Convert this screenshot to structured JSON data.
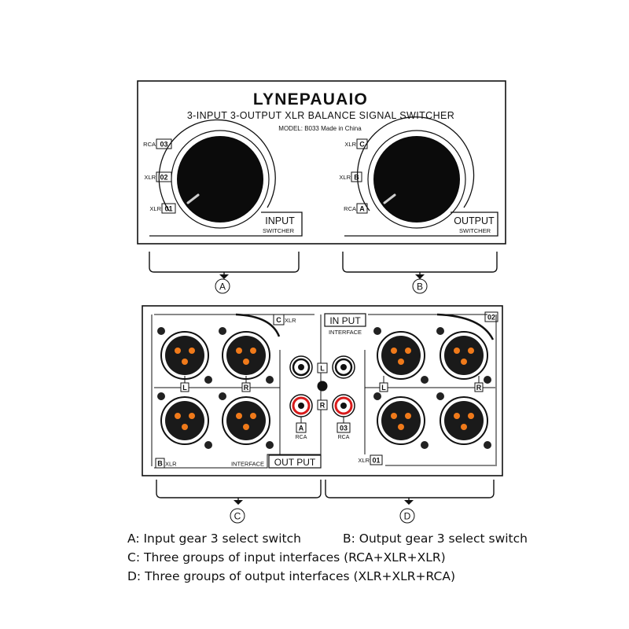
{
  "brand": "LYNEPAUAIO",
  "title": "3-INPUT 3-OUTPUT XLR BALANCE SIGNAL SWITCHER",
  "model": "MODEL: B033 Made in China",
  "front_panel": {
    "input_positions": [
      {
        "type": "RCA",
        "code": "03"
      },
      {
        "type": "XLR",
        "code": "02"
      },
      {
        "type": "XLR",
        "code": "01"
      }
    ],
    "input_label": "INPUT",
    "input_sublabel": "SWITCHER",
    "output_positions": [
      {
        "type": "XLR",
        "code": "C"
      },
      {
        "type": "XLR",
        "code": "B"
      },
      {
        "type": "RCA",
        "code": "A"
      }
    ],
    "output_label": "OUTPUT",
    "output_sublabel": "SWITCHER"
  },
  "rear_panel": {
    "c_tag": {
      "code": "C",
      "type": "XLR"
    },
    "b_tag": {
      "code": "B",
      "type": "XLR"
    },
    "input_label": "IN PUT",
    "input_sublabel": "INTERFACE",
    "output_label": "OUT PUT",
    "output_sublabel": "INTERFACE",
    "code_02": "02",
    "xlr01_tag": {
      "type": "XLR",
      "code": "01"
    },
    "left": "L",
    "right": "R",
    "rca_a": {
      "code": "A",
      "type": "RCA"
    },
    "rca_03": {
      "code": "03",
      "type": "RCA"
    }
  },
  "callouts": {
    "a": "A",
    "b": "B",
    "c": "C",
    "d": "D"
  },
  "legend": {
    "a": "A: Input gear 3 select switch",
    "b": "B: Output gear 3 select switch",
    "c": "C: Three groups of input interfaces (RCA+XLR+XLR)",
    "d": "D: Three groups of output interfaces (XLR+XLR+RCA)"
  },
  "colors": {
    "connector_pin": "#f07a1a",
    "rca_red": "#d81a1a",
    "outline": "#111111"
  }
}
